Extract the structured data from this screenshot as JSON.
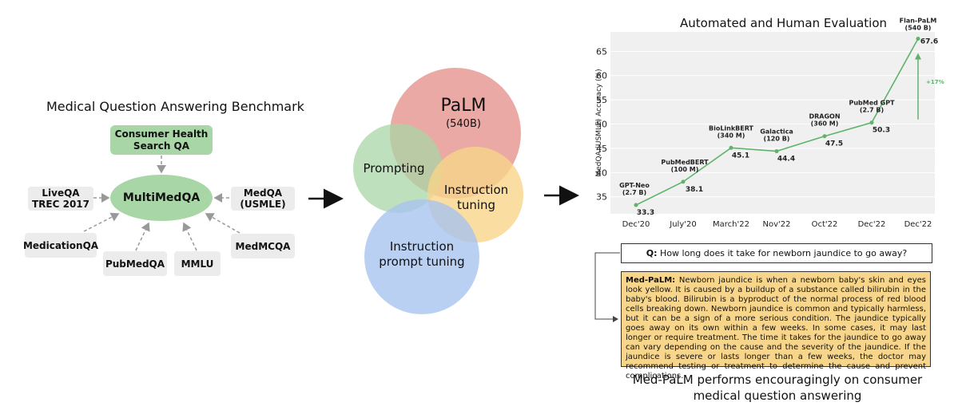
{
  "left_panel": {
    "title": "Medical Question Answering Benchmark",
    "hub": "MultiMedQA",
    "datasets": {
      "consumer": "Consumer Health\nSearch QA",
      "liveqa": "LiveQA\nTREC 2017",
      "medqa": "MedQA\n(USMLE)",
      "medicationqa": "MedicationQA",
      "pubmedqa": "PubMedQA",
      "mmlu": "MMLU",
      "medmcqa": "MedMCQA"
    }
  },
  "venn": {
    "palm": "PaLM",
    "palm_size": "(540B)",
    "prompting": "Prompting",
    "instruction_tuning": "Instruction\ntuning",
    "instruction_prompt_tuning": "Instruction\nprompt tuning",
    "colors": {
      "palm": "#e8a09a",
      "prompting": "#a9d6a6",
      "instruction_tuning": "#f7d58a",
      "instruction_prompt_tuning": "#a8c4ef"
    }
  },
  "right_panel": {
    "title": "Automated and Human Evaluation",
    "question_prefix": "Q:",
    "question": "How long does it take for newborn jaundice to go away?",
    "answer_prefix": "Med-PaLM:",
    "answer": "Newborn jaundice is when a newborn baby's skin and eyes look yellow. It is caused by a buildup of a substance called bilirubin in the baby's blood. Bilirubin is a byproduct of the normal process of red blood cells breaking down. Newborn jaundice is common and typically harmless, but it can be a sign of a more serious condition. The jaundice typically goes away on its own within a few weeks. In some cases, it may last longer or require treatment. The time it takes for the jaundice to go away can vary depending on the cause and the severity of the jaundice. If the jaundice is severe or lasts longer than a few weeks, the doctor may recommend testing or treatment to determine the cause and prevent complications.",
    "caption": "Med-PaLM performs encouragingly on consumer medical question answering"
  },
  "chart_data": {
    "type": "line",
    "title": "Automated and Human Evaluation",
    "ylabel": "MedQA (USMLE) Accuracy (%)",
    "xlabel": "",
    "categories": [
      "Dec'20",
      "July'20",
      "March'22",
      "Nov'22",
      "Oct'22",
      "Dec'22",
      "Dec'22"
    ],
    "y_ticks": [
      35,
      40,
      45,
      50,
      55,
      60,
      65
    ],
    "ylim": [
      31.5,
      69
    ],
    "color": "#5fb36a",
    "points": [
      {
        "model": "GPT-Neo",
        "size": "(2.7 B)",
        "value": 33.3,
        "label": "33.3"
      },
      {
        "model": "PubMedBERT",
        "size": "(100 M)",
        "value": 38.1,
        "label": "38.1"
      },
      {
        "model": "BioLinkBERT",
        "size": "(340 M)",
        "value": 45.1,
        "label": "45.1"
      },
      {
        "model": "Galactica",
        "size": "(120 B)",
        "value": 44.4,
        "label": "44.4"
      },
      {
        "model": "DRAGON",
        "size": "(360 M)",
        "value": 47.5,
        "label": "47.5"
      },
      {
        "model": "PubMed GPT",
        "size": "(2.7 B)",
        "value": 50.3,
        "label": "50.3"
      },
      {
        "model": "Flan-PaLM",
        "size": "(540 B)",
        "value": 67.6,
        "label": "67.6"
      }
    ],
    "improvement_label": "+17%"
  }
}
